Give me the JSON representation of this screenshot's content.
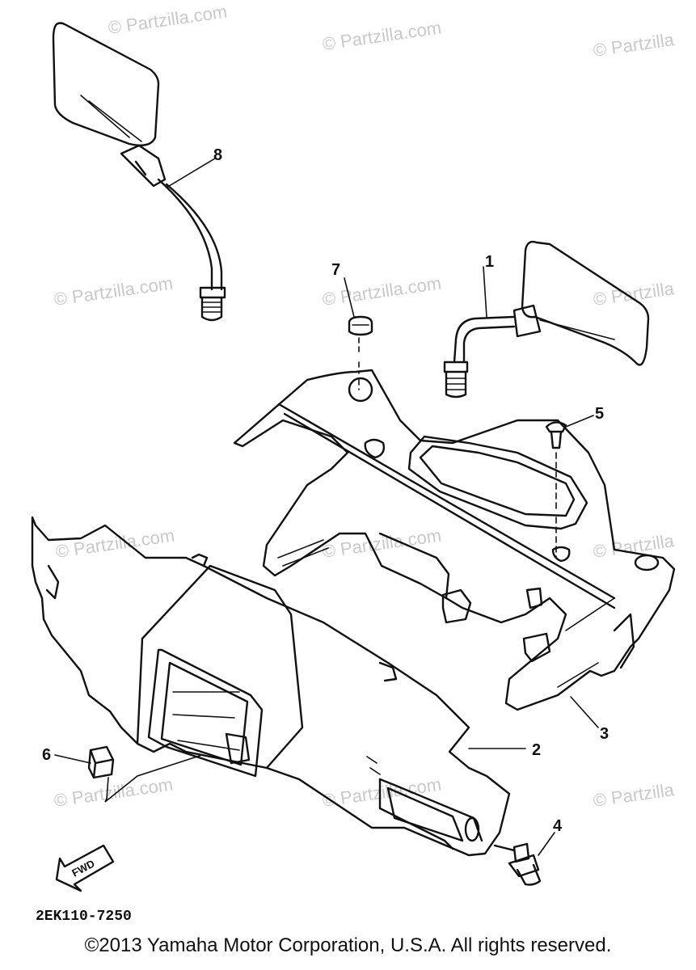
{
  "diagram": {
    "callouts": [
      "1",
      "2",
      "3",
      "4",
      "5",
      "6",
      "7",
      "8"
    ],
    "watermark": "© Partzilla.com",
    "watermark_short": "© Partzilla",
    "forward_label": "FWD",
    "diagram_code": "2EK110-7250"
  },
  "footer": {
    "copyright": "©2013 Yamaha Motor Corporation, U.S.A. All rights reserved."
  }
}
